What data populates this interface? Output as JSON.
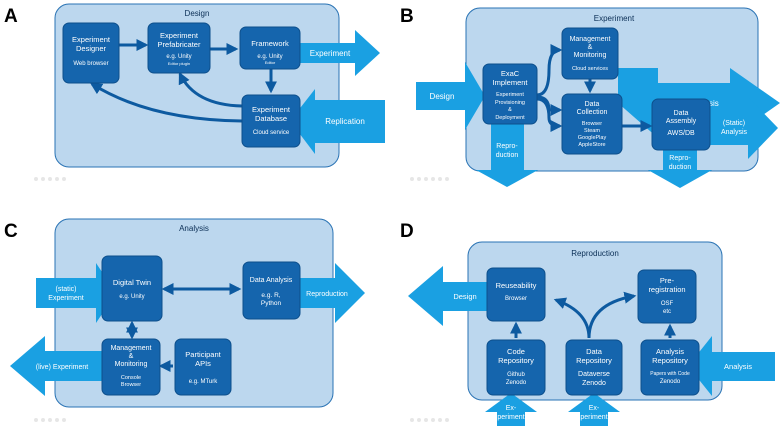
{
  "panels": {
    "A": {
      "letter": "A",
      "title": "Design",
      "designer": {
        "l1": "Experiment",
        "l2": "Designer",
        "sub": "Web browser"
      },
      "prefab": {
        "l1": "Experiment",
        "l2": "Prefabricater",
        "sub": "e.g. Unity",
        "sub2": "Editor plugin"
      },
      "framework": {
        "l1": "Framework",
        "sub": "e.g. Unity",
        "sub2": "Editor"
      },
      "database": {
        "l1": "Experiment",
        "l2": "Database",
        "sub": "Cloud service"
      },
      "arrow_out": "Experiment",
      "arrow_in": "Replication"
    },
    "B": {
      "letter": "B",
      "title": "Experiment",
      "arrow_in": "Design",
      "exac": {
        "l1": "ExaC",
        "l2": "Implement",
        "s1": "Experiment",
        "s2": "Provisioning",
        "s3": "&",
        "s4": "Deployment"
      },
      "mgmt": {
        "l1": "Management",
        "l2": "&",
        "l3": "Monitoring",
        "sub": "Cloud services"
      },
      "collection": {
        "l1": "Data",
        "l2": "Collection",
        "s1": "Browser",
        "s2": "Steam",
        "s3": "GooglePlay",
        "s4": "AppleStore"
      },
      "assembly": {
        "l1": "Data",
        "l2": "Assembly",
        "sub": "AWS/DB"
      },
      "arrow_live": "(Live) Analysis",
      "arrow_static_l1": "(Static)",
      "arrow_static_l2": "Analysis",
      "repro1_l1": "Repro-",
      "repro1_l2": "duction",
      "repro2_l1": "Repro-",
      "repro2_l2": "duction"
    },
    "C": {
      "letter": "C",
      "title": "Analysis",
      "arrow_static_l1": "(static)",
      "arrow_static_l2": "Experiment",
      "twin": {
        "l1": "Digital Twin",
        "sub": "e.g. Unity"
      },
      "data_analysis": {
        "l1": "Data Analysis",
        "sub": "e.g. R,",
        "sub2": "Python"
      },
      "arrow_out": "Reproduction",
      "mgmt": {
        "l1": "Management",
        "l2": "&",
        "l3": "Monitoring",
        "s1": "Console",
        "s2": "Browser"
      },
      "participant": {
        "l1": "Participant",
        "l2": "APIs",
        "sub": "e.g. MTurk"
      },
      "arrow_live": "(live) Experiment"
    },
    "D": {
      "letter": "D",
      "title": "Reproduction",
      "arrow_out": "Design",
      "reuse": {
        "l1": "Reuseability",
        "sub": "Browser"
      },
      "prereg": {
        "l1": "Pre-",
        "l2": "registration",
        "sub": "OSF",
        "sub2": "etc"
      },
      "code": {
        "l1": "Code",
        "l2": "Repository",
        "sub": "Github",
        "sub2": "Zenodo"
      },
      "data": {
        "l1": "Data",
        "l2": "Repository",
        "sub": "Dataverse",
        "sub2": "Zenodo"
      },
      "analysis_repo": {
        "l1": "Analysis",
        "l2": "Repository",
        "sub": "Papers with Code",
        "sub2": "Zenodo"
      },
      "arrow_in": "Analysis",
      "exp1_l1": "Ex-",
      "exp1_l2": "periment",
      "exp2_l1": "Ex-",
      "exp2_l2": "periment"
    }
  }
}
